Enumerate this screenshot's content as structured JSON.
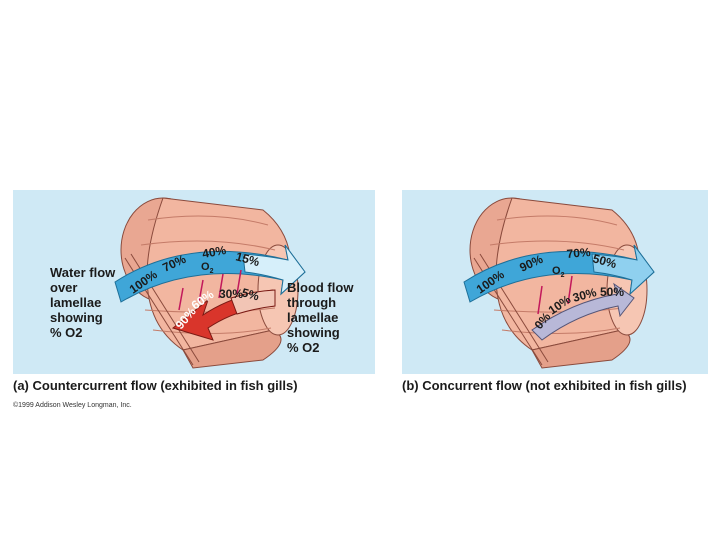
{
  "panel_a": {
    "water_label": "Water flow\nover\nlamellae\nshowing\n% O2",
    "blood_label": "Blood flow\nthrough\nlamellae\nshowing\n% O2",
    "water_values": [
      "100%",
      "70%",
      "40%",
      "15%"
    ],
    "blood_values": [
      "90%",
      "60%",
      "30%",
      "5%"
    ],
    "o2_label": "O",
    "o2_sub": "2",
    "caption": "(a) Countercurrent flow (exhibited in fish gills)"
  },
  "panel_b": {
    "water_values": [
      "100%",
      "90%",
      "70%",
      "50%"
    ],
    "blood_values": [
      "0%",
      "10%",
      "30%",
      "50%"
    ],
    "o2_label": "O",
    "o2_sub": "2",
    "caption": "(b) Concurrent flow (not exhibited in fish gills)"
  },
  "copyright": "©1999 Addison Wesley Longman, Inc.",
  "colors": {
    "panel_bg": "#cfe9f5",
    "gill_flesh": "#f2b6a0",
    "gill_dark": "#d68a78",
    "water_arrow": "#3fa6d8",
    "water_arrow_light": "#8fd0ef",
    "blood_arrow_a": "#d9352b",
    "blood_arrow_b": "#b8b8d8"
  }
}
